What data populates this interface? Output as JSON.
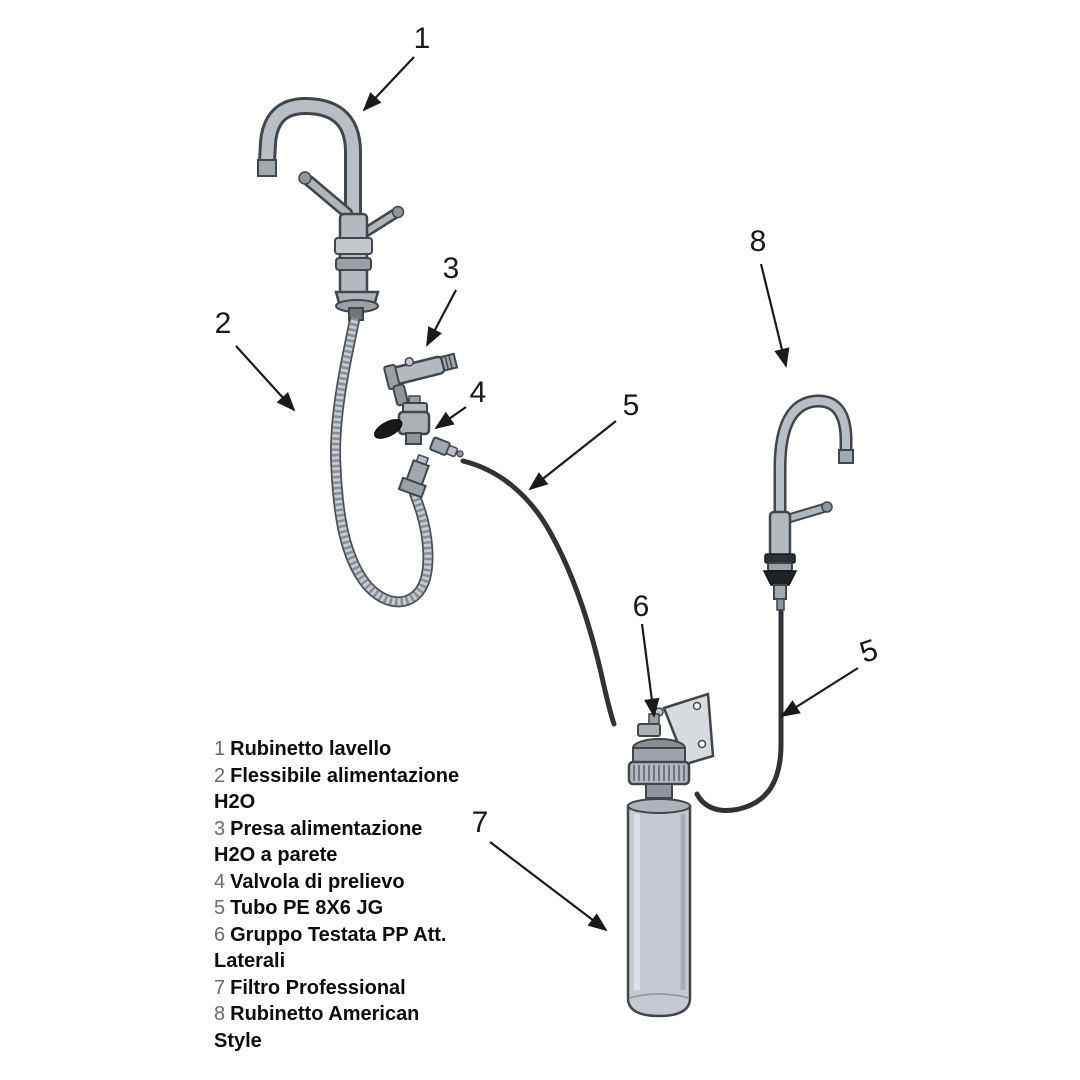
{
  "figure": {
    "type": "exploded-parts-diagram",
    "background": "#ffffff",
    "callout_labels": [
      "1",
      "2",
      "3",
      "4",
      "5",
      "6",
      "7",
      "8",
      "5"
    ],
    "legend": [
      {
        "num": "1",
        "label": "Rubinetto lavello"
      },
      {
        "num": "2",
        "label": "Flessibile alimentazione H2O"
      },
      {
        "num": "3",
        "label": "Presa alimentazione H2O a parete"
      },
      {
        "num": "4",
        "label": "Valvola di prelievo"
      },
      {
        "num": "5",
        "label": "Tubo PE 8X6 JG"
      },
      {
        "num": "6",
        "label": "Gruppo Testata PP Att. Laterali"
      },
      {
        "num": "7",
        "label": "Filtro Professional"
      },
      {
        "num": "8",
        "label": "Rubinetto American Style"
      }
    ],
    "colors": {
      "line": "#1a1a1a",
      "outline": "#41464b",
      "metal_light": "#c6cad0",
      "metal_mid": "#aab0b6",
      "metal_dark": "#8f959b",
      "tube": "#2f3337",
      "handle_black": "#17181a"
    }
  }
}
